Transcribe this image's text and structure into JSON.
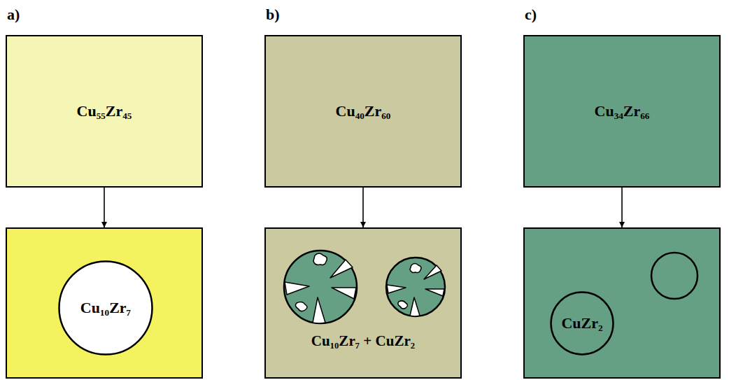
{
  "diagram": {
    "nodes": [
      {
        "text": [
          "Cu₅₅Zr₄₅"
        ]
      },
      {
        "text": []
      },
      {
        "text": [
          "Cu₁₀Zr₇"
        ],
        "in": 1
      },
      {
        "text": [
          "Cu₄₀Zr₆₀"
        ]
      },
      {
        "text": [
          "Cu₁₀Zr₇ + CuZr₂"
        ]
      },
      {
        "text": [
          "Cu₃₄Zr₆₆"
        ]
      },
      {
        "text": []
      },
      {
        "text": [
          "CuZr₂"
        ],
        "in": 6
      }
    ],
    "edges": [
      {
        "from": 0,
        "to": 1,
        "arrow": "to"
      },
      {
        "from": 3,
        "to": 4,
        "arrow": "to"
      },
      {
        "from": 5,
        "to": 6,
        "arrow": "to"
      }
    ],
    "labels": [
      "a)",
      "b)",
      "c)"
    ]
  }
}
